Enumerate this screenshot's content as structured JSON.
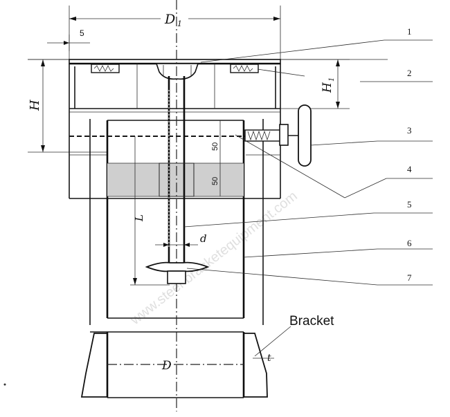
{
  "dimensions": {
    "d1": "D",
    "d1_sub": "1",
    "h": "H",
    "h1": "H",
    "h1_sub": "1",
    "five": "5",
    "fifty_a": "50",
    "fifty_b": "50",
    "l": "L",
    "d": "d",
    "big_d": "D",
    "t": "t"
  },
  "callouts": [
    "1",
    "2",
    "3",
    "4",
    "5",
    "6",
    "7"
  ],
  "bracket_label": "Bracket",
  "watermark": "www.steel-bracketequipment.com"
}
